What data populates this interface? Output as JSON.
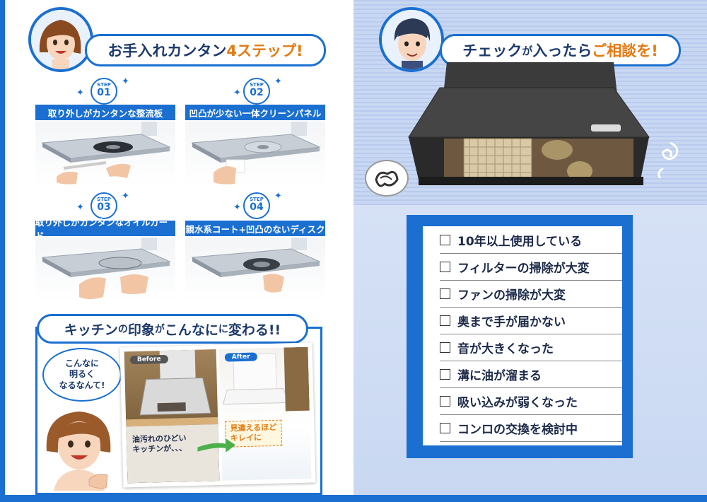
{
  "left": {
    "heading_prefix": "お手入れカンタン",
    "heading_highlight": "4ステップ!",
    "steps": [
      {
        "badge_label": "STEP",
        "number": "01",
        "title": "取り外しがカンタンな整流板"
      },
      {
        "badge_label": "STEP",
        "number": "02",
        "title": "凹凸が少ない一体クリーンパネル"
      },
      {
        "badge_label": "STEP",
        "number": "03",
        "title": "取り外しがカンタンなオイルガード"
      },
      {
        "badge_label": "STEP",
        "number": "04",
        "title": "親水系コート+凹凸のないディスク"
      }
    ],
    "kitchen_heading_parts": [
      "キッチン",
      "の",
      "印象",
      "が",
      "こんなに",
      "変わる!!"
    ],
    "bubble_text_lines": [
      "こんなに",
      "明るく",
      "なるなんて!"
    ],
    "before_label": "Before",
    "after_label": "After",
    "before_caption_lines": [
      "油汚れのひどい",
      "キッチンが、、、"
    ],
    "after_caption_lines": [
      "見違えるほど",
      "キレイに"
    ]
  },
  "right": {
    "heading_prefix": "チェック",
    "heading_mid1": "が",
    "heading_mid2": "入ったら",
    "heading_highlight": "ご相談を!",
    "checklist": [
      "10年以上使用している",
      "フィルターの掃除が大変",
      "ファンの掃除が大変",
      "奥まで手が届かない",
      "音が大きくなった",
      "溝に油が溜まる",
      "吸い込みが弱くなった",
      "コンロの交換を検討中"
    ]
  },
  "colors": {
    "brand_blue": "#1a6fd1",
    "accent_orange": "#e47a12",
    "text_navy": "#1d3a6b"
  }
}
